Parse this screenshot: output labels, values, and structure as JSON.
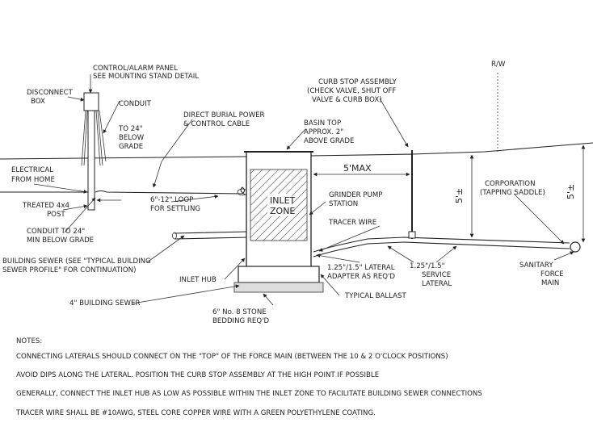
{
  "labels": {
    "rw": "R/W",
    "control_panel_1": "CONTROL/ALARM PANEL",
    "control_panel_2": "SEE MOUNTING STAND DETAIL",
    "disconnect_1": "DISCONNECT",
    "disconnect_2": "BOX",
    "conduit24_1": "CONDUIT",
    "conduit24_2": "TO 24\"",
    "conduit24_3": "BELOW",
    "conduit24_4": "GRADE",
    "direct_burial_1": "DIRECT BURIAL POWER",
    "direct_burial_2": "& CONTROL CABLE",
    "basin_top_1": "BASIN TOP",
    "basin_top_2": "APPROX. 2\"",
    "basin_top_3": "ABOVE GRADE",
    "curb_stop_1": "CURB STOP ASSEMBLY",
    "curb_stop_2": "(CHECK VALVE, SHUT OFF",
    "curb_stop_3": "VALVE & CURB BOX)",
    "electrical_1": "ELECTRICAL",
    "electrical_2": "FROM HOME",
    "five_max": "5'MAX",
    "inlet_zone_1": "INLET",
    "inlet_zone_2": "ZONE",
    "grinder_1": "GRINDER PUMP",
    "grinder_2": "STATION",
    "loop_1": "6\"-12\" LOOP",
    "loop_2": "FOR SETTLING",
    "treated_post_1": "TREATED 4x4",
    "treated_post_2": "POST",
    "five_pm_1": "5'±",
    "five_pm_2": "5'±",
    "corporation_1": "CORPORATION",
    "corporation_2": "(TAPPING SADDLE)",
    "tracer_wire": "TRACER WIRE",
    "conduit_min_1": "CONDUIT TO 24\"",
    "conduit_min_2": "MIN BELOW GRADE",
    "building_sewer_1": "BUILDING SEWER (SEE \"TYPICAL BUILDING",
    "building_sewer_2": "SEWER PROFILE\" FOR CONTINUATION)",
    "lateral_adapter_1": "1.25\"/1.5\" LATERAL",
    "lateral_adapter_2": "ADAPTER AS REQ'D",
    "service_lateral_1": "1.25\"/1.5\"",
    "service_lateral_2": "SERVICE",
    "service_lateral_3": "LATERAL",
    "sanitary_1": "SANITARY",
    "sanitary_2": "FORCE",
    "sanitary_3": "MAIN",
    "inlet_hub": "INLET HUB",
    "building_sewer_4": "4\" BUILDING SEWER",
    "typical_ballast": "TYPICAL BALLAST",
    "stone_1": "6\" No. 8 STONE",
    "stone_2": "BEDDING REQ'D"
  },
  "notes": {
    "heading": "NOTES:",
    "items": [
      "CONNECTING LATERALS SHOULD CONNECT ON THE \"TOP\" OF THE FORCE MAIN (BETWEEN THE 10 & 2 O'CLOCK POSITIONS)",
      "AVOID DIPS ALONG THE LATERAL. POSITION THE CURB STOP ASSEMBLY AT THE HIGH POINT IF POSSIBLE",
      "GENERALLY, CONNECT THE INLET HUB AS LOW AS POSSIBLE WITHIN THE INLET ZONE TO FACILITATE BUILDING SEWER CONNECTIONS",
      "TRACER WIRE SHALL BE #10AWG, STEEL CORE COPPER WIRE WITH A GREEN POLYETHYLENE COATING."
    ]
  }
}
